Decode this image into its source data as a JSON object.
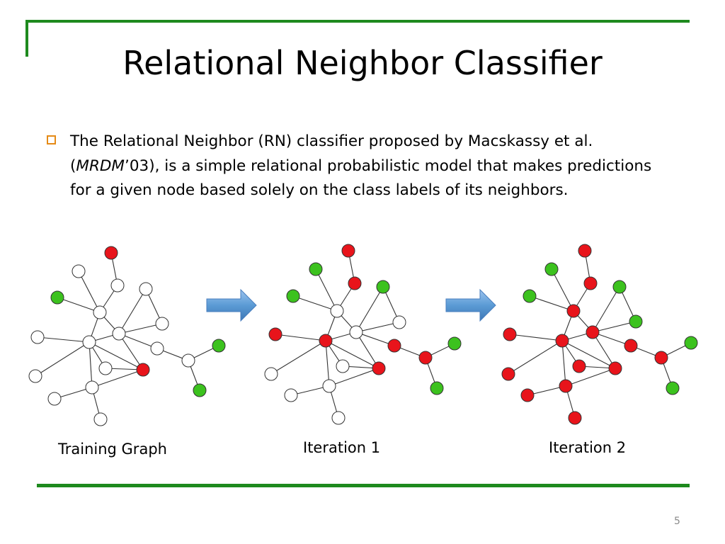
{
  "slide": {
    "title": "Relational Neighbor Classifier",
    "bullet": {
      "part1": "The Relational Neighbor (RN) classifier proposed by Macskassy et al. (",
      "venue": "MRDM",
      "part2": "’03), is a simple relational probabilistic model that makes predictions for a given node based solely on the class labels of its neighbors."
    },
    "captions": [
      "Training Graph",
      "Iteration 1",
      "Iteration 2"
    ],
    "page_number": "5"
  },
  "colors": {
    "accent_green_frame": "#1e8a1e",
    "node_red": "#e8141b",
    "node_green": "#3cc21e",
    "node_white": "#ffffff",
    "arrow_blue": "#5b9bd5",
    "bullet_orange": "#e58a16"
  },
  "graphs": [
    {
      "node_labels": [
        "red",
        "white",
        "white",
        "white",
        "green",
        "white",
        "white",
        "white",
        "white",
        "white",
        "white",
        "red",
        "white",
        "white",
        "white",
        "white",
        "green",
        "green"
      ]
    },
    {
      "node_labels": [
        "red",
        "green",
        "red",
        "green",
        "green",
        "white",
        "red",
        "white",
        "white",
        "red",
        "red",
        "red",
        "white",
        "white",
        "red",
        "white",
        "green",
        "green"
      ]
    },
    {
      "node_labels": [
        "red",
        "green",
        "red",
        "green",
        "green",
        "red",
        "red",
        "red",
        "green",
        "red",
        "red",
        "red",
        "red",
        "red",
        "red",
        "red",
        "green",
        "green"
      ]
    }
  ]
}
